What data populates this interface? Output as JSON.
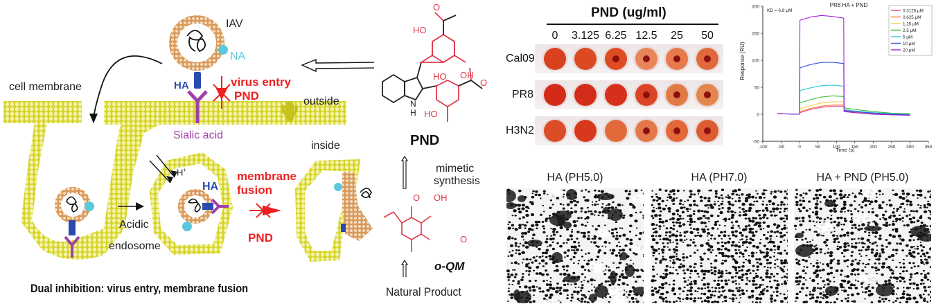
{
  "schematic": {
    "labels": {
      "iav": "IAV",
      "na": "NA",
      "ha_top": "HA",
      "virus_entry": "virus  entry",
      "pnd_entry": "PND",
      "cell_membrane": "cell membrane",
      "outside": "outside",
      "inside": "inside",
      "sialic_acid": "Sialic  acid",
      "h_plus": "H",
      "h_plus_sup": "+",
      "ha_endosome": "HA",
      "acidic": "Acidic",
      "endosome": "endosome",
      "membrane": "membrane",
      "fusion": "fusion",
      "pnd_fusion": "PND"
    },
    "caption": "Dual inhibition: virus  entry, membrane fusion"
  },
  "chemistry": {
    "pnd_label": "PND",
    "ho_1": "HO",
    "ho_2": "HO",
    "oh_1": "OH",
    "ho_3": "HO",
    "nh": "N",
    "h": "H",
    "o_1": "O",
    "o_2": "O",
    "mimetic": "mimetic",
    "synthesis": "synthesis",
    "oqm": "o-QM",
    "oqm_o1": "O",
    "oqm_oh": "OH",
    "oqm_o2": "O",
    "natural_product": "Natural Product"
  },
  "hai_assay": {
    "title": "PND (ug/ml)",
    "concentrations": [
      "0",
      "3.125",
      "6.25",
      "12.5",
      "25",
      "50"
    ],
    "rows": [
      {
        "strain": "Cal09",
        "well_colors": [
          "#d8401e",
          "#dc4a22",
          "#de4c24",
          "#e8865a",
          "#e67a4c",
          "#e0683c"
        ]
      },
      {
        "strain": "PR8",
        "well_colors": [
          "#d42a18",
          "#d42c1a",
          "#d6301c",
          "#dc4426",
          "#e27a48",
          "#e4864e"
        ]
      },
      {
        "strain": "H3N2",
        "well_colors": [
          "#dc4c26",
          "#d8381c",
          "#e26a3a",
          "#e47848",
          "#e2683a",
          "#de5c32"
        ]
      }
    ],
    "button_color": "#8a1010"
  },
  "microscopy": {
    "panels": [
      {
        "label": "HA (PH5.0)"
      },
      {
        "label": "HA (PH7.0)"
      },
      {
        "label": "HA + PND (PH5.0)"
      }
    ]
  },
  "chart_data": {
    "type": "line",
    "title": "PR8 HA + PND",
    "annotation": "KD = 6.8 μM",
    "xlabel": "Time (s)",
    "ylabel": "Response (RU)",
    "xlim": [
      -100,
      350
    ],
    "ylim": [
      -50,
      200
    ],
    "xticks": [
      -100,
      -50,
      0,
      50,
      100,
      150,
      200,
      250,
      300,
      350
    ],
    "yticks": [
      -50,
      0,
      50,
      100,
      150,
      200
    ],
    "legend_position": "top-right",
    "series": [
      {
        "name": "0.3125 μM",
        "color": "#e8408c",
        "x": [
          -60,
          0,
          1,
          30,
          60,
          90,
          120,
          121,
          150,
          200,
          250,
          300
        ],
        "y": [
          1,
          0,
          3,
          9,
          13,
          15,
          15,
          5,
          3,
          1,
          0,
          -1
        ]
      },
      {
        "name": "0.625 μM",
        "color": "#f08040",
        "x": [
          -60,
          0,
          1,
          30,
          60,
          90,
          120,
          121,
          150,
          200,
          250,
          300
        ],
        "y": [
          1,
          0,
          5,
          11,
          15,
          17,
          17,
          6,
          4,
          2,
          0,
          -1
        ]
      },
      {
        "name": "1.25 μM",
        "color": "#f0d040",
        "x": [
          -60,
          0,
          1,
          30,
          60,
          90,
          120,
          121,
          150,
          200,
          250,
          300
        ],
        "y": [
          1,
          0,
          10,
          16,
          21,
          23,
          23,
          8,
          5,
          3,
          1,
          0
        ]
      },
      {
        "name": "2.5 μM",
        "color": "#30c030",
        "x": [
          -60,
          0,
          1,
          30,
          60,
          90,
          120,
          121,
          150,
          200,
          250,
          300
        ],
        "y": [
          1,
          0,
          21,
          27,
          32,
          34,
          33,
          12,
          9,
          5,
          2,
          1
        ]
      },
      {
        "name": "5 μM",
        "color": "#30c8d8",
        "x": [
          -60,
          0,
          1,
          30,
          60,
          90,
          120,
          121,
          150,
          200,
          250,
          300
        ],
        "y": [
          1,
          0,
          44,
          49,
          53,
          54,
          52,
          9,
          6,
          3,
          1,
          0
        ]
      },
      {
        "name": "10 μM",
        "color": "#3050e0",
        "x": [
          -60,
          0,
          1,
          30,
          60,
          90,
          120,
          121,
          150,
          200,
          250,
          300
        ],
        "y": [
          1,
          0,
          86,
          92,
          96,
          96,
          94,
          7,
          5,
          2,
          0,
          -1
        ]
      },
      {
        "name": "20 μM",
        "color": "#a020e0",
        "x": [
          -60,
          0,
          1,
          30,
          60,
          90,
          120,
          121,
          150,
          200,
          250,
          300
        ],
        "y": [
          1,
          0,
          174,
          180,
          183,
          181,
          178,
          5,
          3,
          0,
          -1,
          -2
        ]
      }
    ]
  }
}
